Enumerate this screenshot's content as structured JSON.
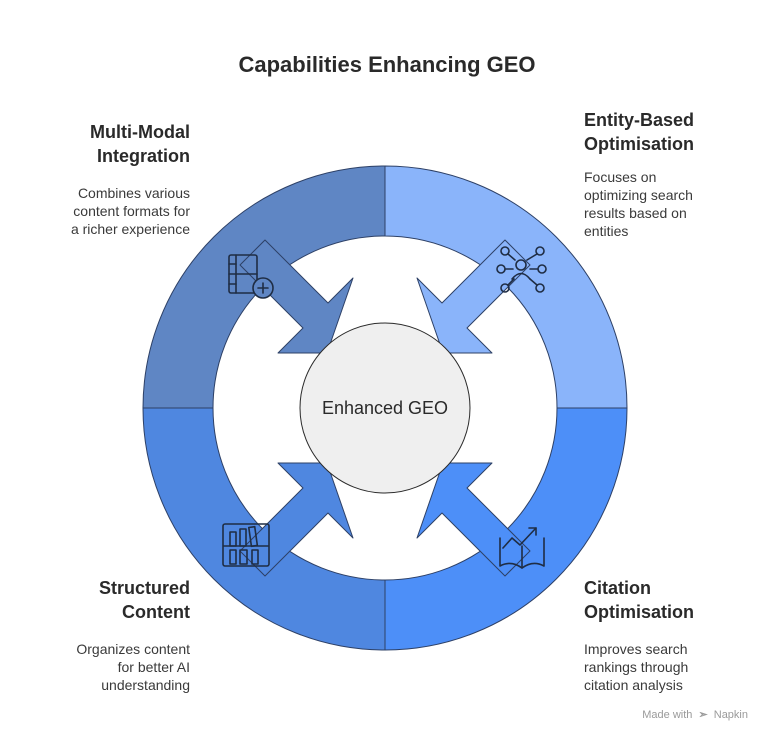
{
  "title": "Capabilities Enhancing GEO",
  "center": "Enhanced GEO",
  "quadrants": {
    "top_left": {
      "label_line1": "Multi-Modal",
      "label_line2": "Integration",
      "desc_lines": [
        "Combines various",
        "content formats for",
        "a richer experience"
      ],
      "icon": "film-plus-icon",
      "color": "#5f86c4"
    },
    "top_right": {
      "label_line1": "Entity-Based",
      "label_line2": "Optimisation",
      "desc_lines": [
        "Focuses on",
        "optimizing search",
        "results based on",
        "entities"
      ],
      "icon": "network-person-icon",
      "color": "#8ab4fa"
    },
    "bottom_left": {
      "label_line1": "Structured",
      "label_line2": "Content",
      "desc_lines": [
        "Organizes content",
        "for better AI",
        "understanding"
      ],
      "icon": "bookshelf-icon",
      "color": "#4f87e0"
    },
    "bottom_right": {
      "label_line1": "Citation",
      "label_line2": "Optimisation",
      "desc_lines": [
        "Improves search",
        "rankings through",
        "citation analysis"
      ],
      "icon": "book-trend-icon",
      "color": "#4d8ff8"
    }
  },
  "footer": {
    "made_with": "Made with",
    "brand": "Napkin"
  }
}
